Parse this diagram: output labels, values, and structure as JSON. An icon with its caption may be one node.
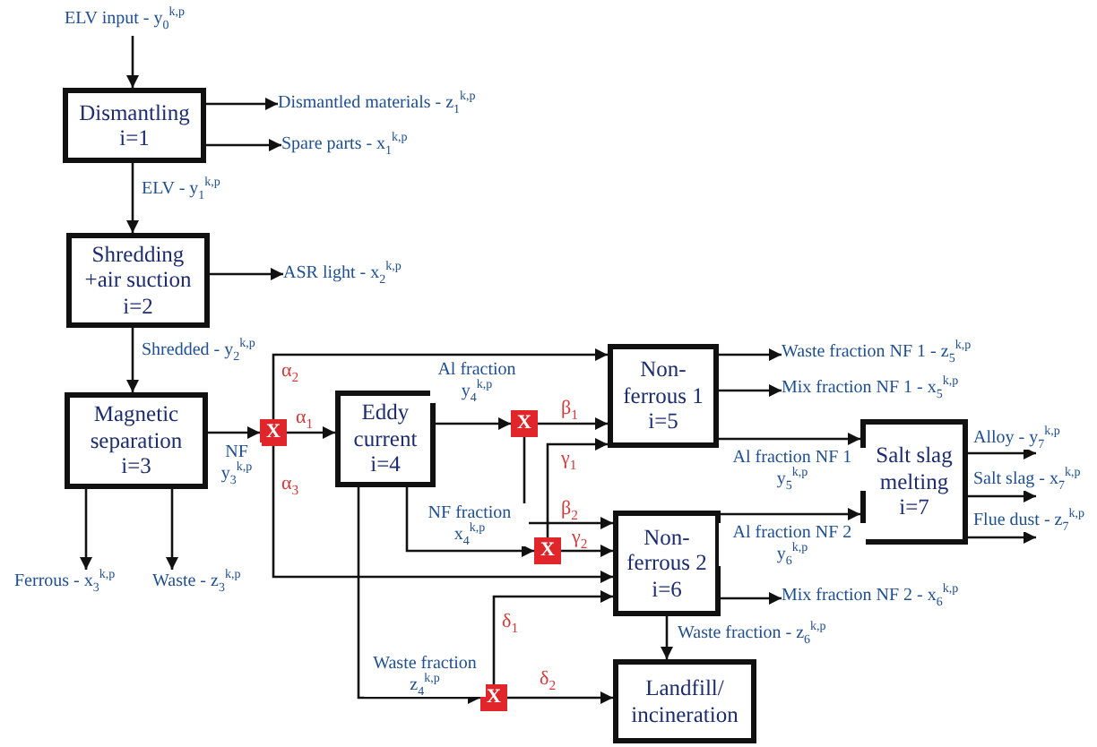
{
  "diagram": {
    "nodes": [
      {
        "text": [
          "ELV input - y$_{0}$$^{k,p}$"
        ]
      },
      {
        "text": [
          "Dismantling i=1"
        ]
      },
      {
        "text": [
          "Dismantled materials - z$_{1}$$^{k,p}$"
        ]
      },
      {
        "text": [
          "Spare parts - x$_{1}$$^{k,p}$"
        ]
      },
      {
        "text": [
          "Shredding +air suction i=2"
        ]
      },
      {
        "text": [
          "ASR light - x$_{2}$$^{k,p}$"
        ]
      },
      {
        "text": [
          "Magnetic separation i=3"
        ]
      },
      {
        "text": [
          "Ferrous - x$_{3}$$^{k,p}$"
        ]
      },
      {
        "text": [
          "Waste - z$_{3}$$^{k,p}$"
        ]
      },
      {
        "text": [
          "X"
        ]
      },
      {
        "text": [
          "Eddy current i=4"
        ]
      },
      {
        "text": [
          "X"
        ]
      },
      {
        "text": [
          "X"
        ]
      },
      {
        "text": [
          "Non-ferrous 1 i=5"
        ]
      },
      {
        "text": [
          "Non-ferrous 2 i=6"
        ]
      },
      {
        "text": [
          "Salt slag melting i=7"
        ]
      },
      {
        "text": [
          "X"
        ]
      },
      {
        "text": [
          "Landfill/ incineration"
        ]
      },
      {
        "text": [
          "Waste fraction NF 1 - z$_{5}$$^{k,p}$"
        ]
      },
      {
        "text": [
          "Mix fraction NF 1 - x$_{5}$$^{k,p}$"
        ]
      },
      {
        "text": [
          "Mix fraction NF 2 - x$_{6}$$^{k,p}$"
        ]
      }
    ],
    "edges": [
      {
        "from": 0,
        "to": 1,
        "arrow": "to"
      },
      {
        "from": 1,
        "to": 2,
        "arrow": "to"
      },
      {
        "from": 1,
        "to": 3,
        "arrow": "to"
      },
      {
        "from": 1,
        "to": 4,
        "arrow": "to",
        "label": "ELV - y$_{1}$$^{k,p}$"
      },
      {
        "from": 4,
        "to": 5,
        "arrow": "to"
      },
      {
        "from": 4,
        "to": 6,
        "arrow": "to",
        "label": "Shredded - y$_{2}$$^{k,p}$"
      },
      {
        "from": 6,
        "to": 7,
        "arrow": "to"
      },
      {
        "from": 6,
        "to": 8,
        "arrow": "to"
      },
      {
        "from": 6,
        "to": 9,
        "arrow": "to",
        "label": "NF y$_{3}$$^{k,p}$"
      },
      {
        "from": 9,
        "to": 10,
        "arrow": "to",
        "label": "α$_{1}$"
      },
      {
        "from": 9,
        "to": 13,
        "arrow": "to",
        "label": "α$_{2}$"
      },
      {
        "from": 9,
        "to": 14,
        "arrow": "to",
        "label": "α$_{3}$"
      },
      {
        "from": 10,
        "to": 11,
        "arrow": "to",
        "label": "Al fraction y$_{4}$$^{k,p}$"
      },
      {
        "from": 11,
        "to": 13,
        "arrow": "to",
        "label": "β$_{1}$"
      },
      {
        "from": 11,
        "to": 14,
        "arrow": "to",
        "label": "β$_{2}$"
      },
      {
        "from": 10,
        "to": 12,
        "arrow": "to",
        "label": "NF fraction x$_{4}$$^{k,p}$"
      },
      {
        "from": 12,
        "to": 13,
        "arrow": "to",
        "label": "γ$_{1}$"
      },
      {
        "from": 12,
        "to": 14,
        "arrow": "to",
        "label": "γ$_{2}$"
      },
      {
        "from": 10,
        "to": 16,
        "arrow": "to",
        "label": "Waste fraction z$_{4}$$^{k,p}$"
      },
      {
        "from": 16,
        "to": 14,
        "arrow": "to",
        "label": "δ$_{1}$"
      },
      {
        "from": 16,
        "to": 17,
        "arrow": "to",
        "label": "δ$_{2}$"
      },
      {
        "from": 13,
        "to": 18,
        "arrow": "to"
      },
      {
        "from": 13,
        "to": 19,
        "arrow": "to"
      },
      {
        "from": 13,
        "to": 15,
        "arrow": "to",
        "label": "Al fraction NF 1 y$_{5}$$^{k,p}$"
      },
      {
        "from": 14,
        "to": 15,
        "arrow": "to",
        "label": "Al fraction NF 2 y$_{6}$$^{k,p}$"
      },
      {
        "from": 14,
        "to": 20,
        "arrow": "to"
      },
      {
        "from": 14,
        "to": 17,
        "arrow": "to",
        "label": "Waste fraction - z$_{6}$$^{k,p}$"
      },
      {
        "from": 15,
        "to": null,
        "arrow": "to",
        "label": "Alloy - y$_{7}$$^{k,p}$"
      },
      {
        "from": 15,
        "to": null,
        "arrow": "to",
        "label": "Salt slag - x$_{7}$$^{k,p}$"
      },
      {
        "from": 15,
        "to": null,
        "arrow": "to",
        "label": "Flue dust - z$_{7}$$^{k,p}$"
      }
    ]
  }
}
